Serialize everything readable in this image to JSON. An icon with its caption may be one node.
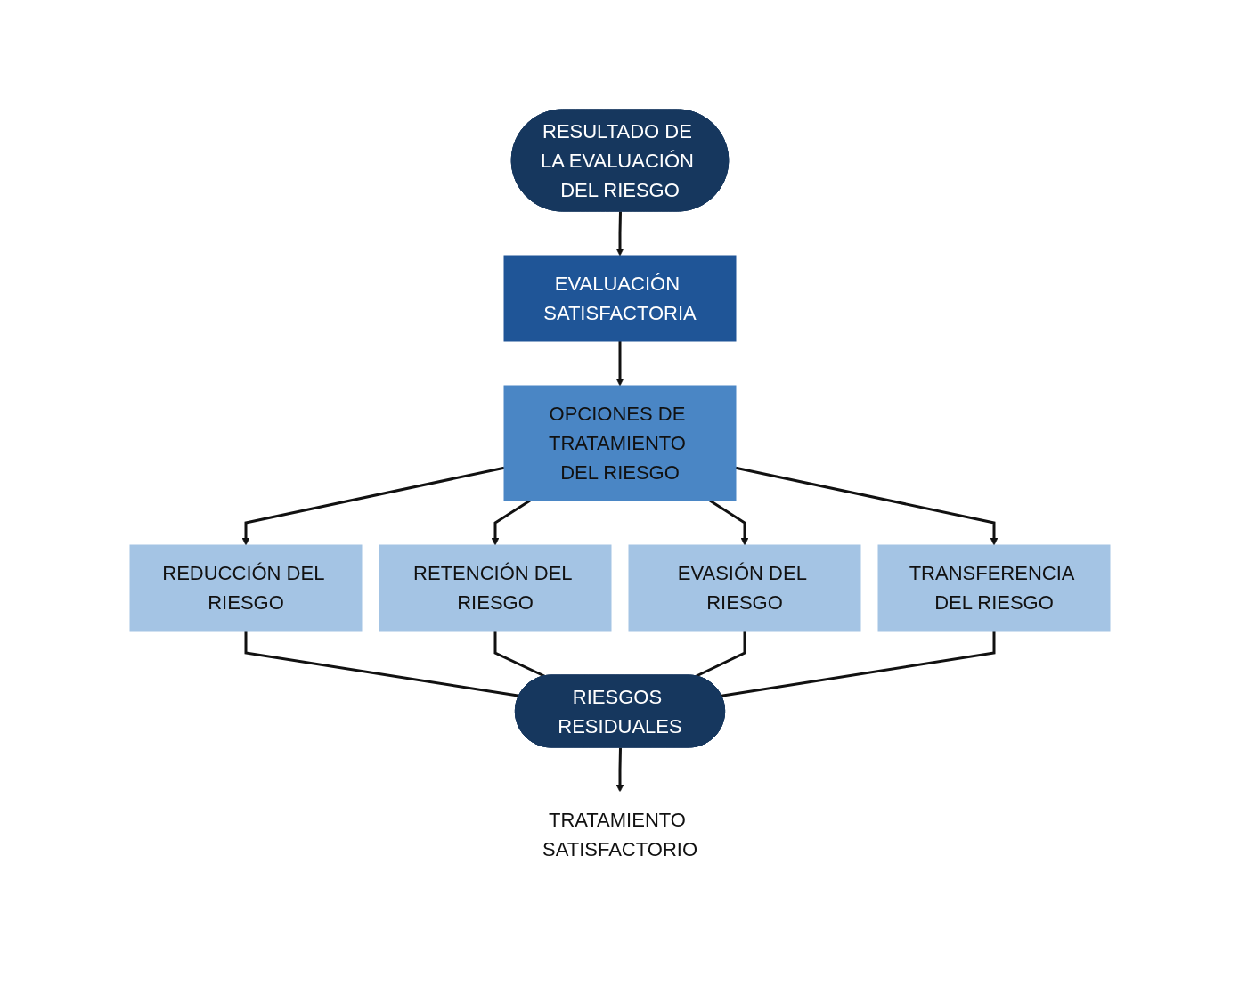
{
  "diagram": {
    "nodes": [
      {
        "text": [
          "RESULTADO DE LA EVALUACIÓN DEL RIESGO"
        ]
      },
      {
        "text": [
          "EVALUACIÓN SATISFACTORIA"
        ]
      },
      {
        "text": [
          "OPCIONES DE TRATAMIENTO DEL RIESGO"
        ]
      },
      {
        "text": [
          "REDUCCIÓN DEL RIESGO"
        ]
      },
      {
        "text": [
          "RETENCIÓN DEL RIESGO"
        ]
      },
      {
        "text": [
          "EVASIÓN DEL RIESGO"
        ]
      },
      {
        "text": [
          "TRANSFERENCIA DEL RIESGO"
        ]
      },
      {
        "text": [
          "RIESGOS RESIDUALES"
        ]
      },
      {
        "text": [
          "TRATAMIENTO SATISFACTORIO"
        ]
      }
    ],
    "edges": [
      {
        "from": 0,
        "to": 1,
        "arrow": "to"
      },
      {
        "from": 1,
        "to": 2,
        "arrow": "to"
      },
      {
        "from": 2,
        "to": 3,
        "arrow": "to"
      },
      {
        "from": 2,
        "to": 4,
        "arrow": "to"
      },
      {
        "from": 2,
        "to": 5,
        "arrow": "to"
      },
      {
        "from": 2,
        "to": 6,
        "arrow": "to"
      },
      {
        "from": 3,
        "to": 7,
        "arrow": "none"
      },
      {
        "from": 4,
        "to": 7,
        "arrow": "none"
      },
      {
        "from": 5,
        "to": 7,
        "arrow": "none"
      },
      {
        "from": 6,
        "to": 7,
        "arrow": "none"
      },
      {
        "from": 7,
        "to": 8,
        "arrow": "to"
      }
    ]
  }
}
